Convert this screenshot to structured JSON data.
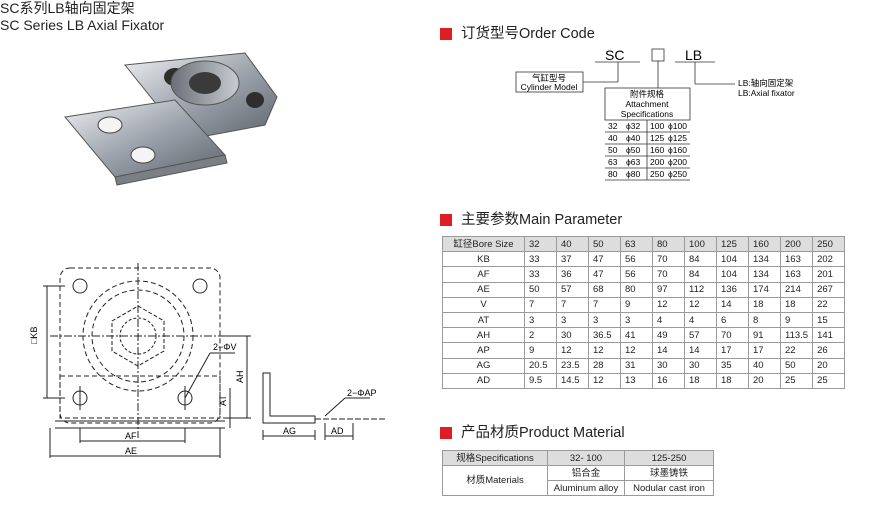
{
  "page": {
    "title_cn": "SC系列LB轴向固定架",
    "title_en": "SC Series LB Axial Fixator"
  },
  "order_code": {
    "heading": "订货型号Order Code",
    "code_prefix": "SC",
    "code_suffix": "LB",
    "cylinder_label_cn": "气缸型号",
    "cylinder_label_en": "Cylinder Model",
    "attach_label_cn": "附件规格",
    "attach_label_en1": "Attachment",
    "attach_label_en2": "Specifications",
    "lb_label_cn": "LB:轴向固定架",
    "lb_label_en": "LB:Axial fixator",
    "spec_rows": [
      [
        "32",
        "ϕ32",
        "100",
        "ϕ100"
      ],
      [
        "40",
        "ϕ40",
        "125",
        "ϕ125"
      ],
      [
        "50",
        "ϕ50",
        "160",
        "ϕ160"
      ],
      [
        "63",
        "ϕ63",
        "200",
        "ϕ200"
      ],
      [
        "80",
        "ϕ80",
        "250",
        "ϕ250"
      ]
    ]
  },
  "main_parameter": {
    "heading": "主要参数Main Parameter",
    "header": [
      "缸径Bore Size",
      "32",
      "40",
      "50",
      "63",
      "80",
      "100",
      "125",
      "160",
      "200",
      "250"
    ],
    "rows": [
      [
        "KB",
        "33",
        "37",
        "47",
        "56",
        "70",
        "84",
        "104",
        "134",
        "163",
        "202"
      ],
      [
        "AF",
        "33",
        "36",
        "47",
        "56",
        "70",
        "84",
        "104",
        "134",
        "163",
        "201"
      ],
      [
        "AE",
        "50",
        "57",
        "68",
        "80",
        "97",
        "112",
        "136",
        "174",
        "214",
        "267"
      ],
      [
        "V",
        "7",
        "7",
        "7",
        "9",
        "12",
        "12",
        "14",
        "18",
        "18",
        "22"
      ],
      [
        "AT",
        "3",
        "3",
        "3",
        "3",
        "4",
        "4",
        "6",
        "8",
        "9",
        "15"
      ],
      [
        "AH",
        "2",
        "30",
        "36.5",
        "41",
        "49",
        "57",
        "70",
        "91",
        "113.5",
        "141"
      ],
      [
        "AP",
        "9",
        "12",
        "12",
        "12",
        "14",
        "14",
        "17",
        "17",
        "22",
        "26"
      ],
      [
        "AG",
        "20.5",
        "23.5",
        "28",
        "31",
        "30",
        "30",
        "35",
        "40",
        "50",
        "20"
      ],
      [
        "AD",
        "9.5",
        "14.5",
        "12",
        "13",
        "16",
        "18",
        "18",
        "20",
        "25",
        "25"
      ]
    ]
  },
  "product_material": {
    "heading": "产品材质Product Material",
    "spec_label": "规格Specifications",
    "range1": "32- 100",
    "range2": "125-250",
    "material_label": "材质Materials",
    "m1_cn": "铝合金",
    "m1_en": "Aluminum alloy",
    "m2_cn": "球墨铸铁",
    "m2_en": "Nodular cast iron"
  },
  "drawing": {
    "kb": "□KB",
    "v": "2−ΦV",
    "ah": "AH",
    "at": "AT",
    "af": "AF",
    "ae": "AE",
    "ag": "AG",
    "ad": "AD",
    "ap": "2−ΦAP"
  },
  "colors": {
    "accent": "#e01d25",
    "table_header": "#dddddd"
  }
}
